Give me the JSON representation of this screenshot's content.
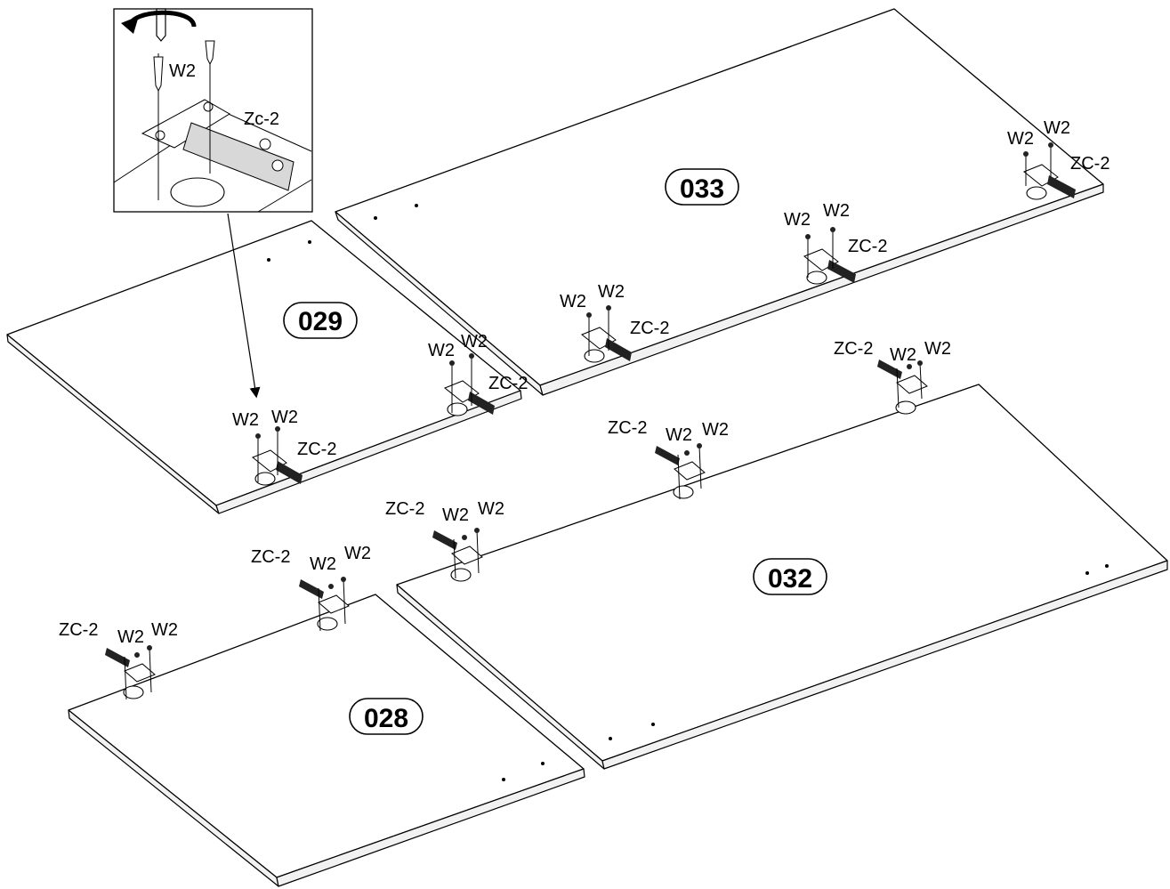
{
  "detail": {
    "screw_label": "W2",
    "hinge_label": "Zc-2"
  },
  "panels": [
    {
      "id": "033"
    },
    {
      "id": "029"
    },
    {
      "id": "032"
    },
    {
      "id": "028"
    }
  ],
  "labels": {
    "screw": "W2",
    "hinge_caps": "ZC-2"
  }
}
